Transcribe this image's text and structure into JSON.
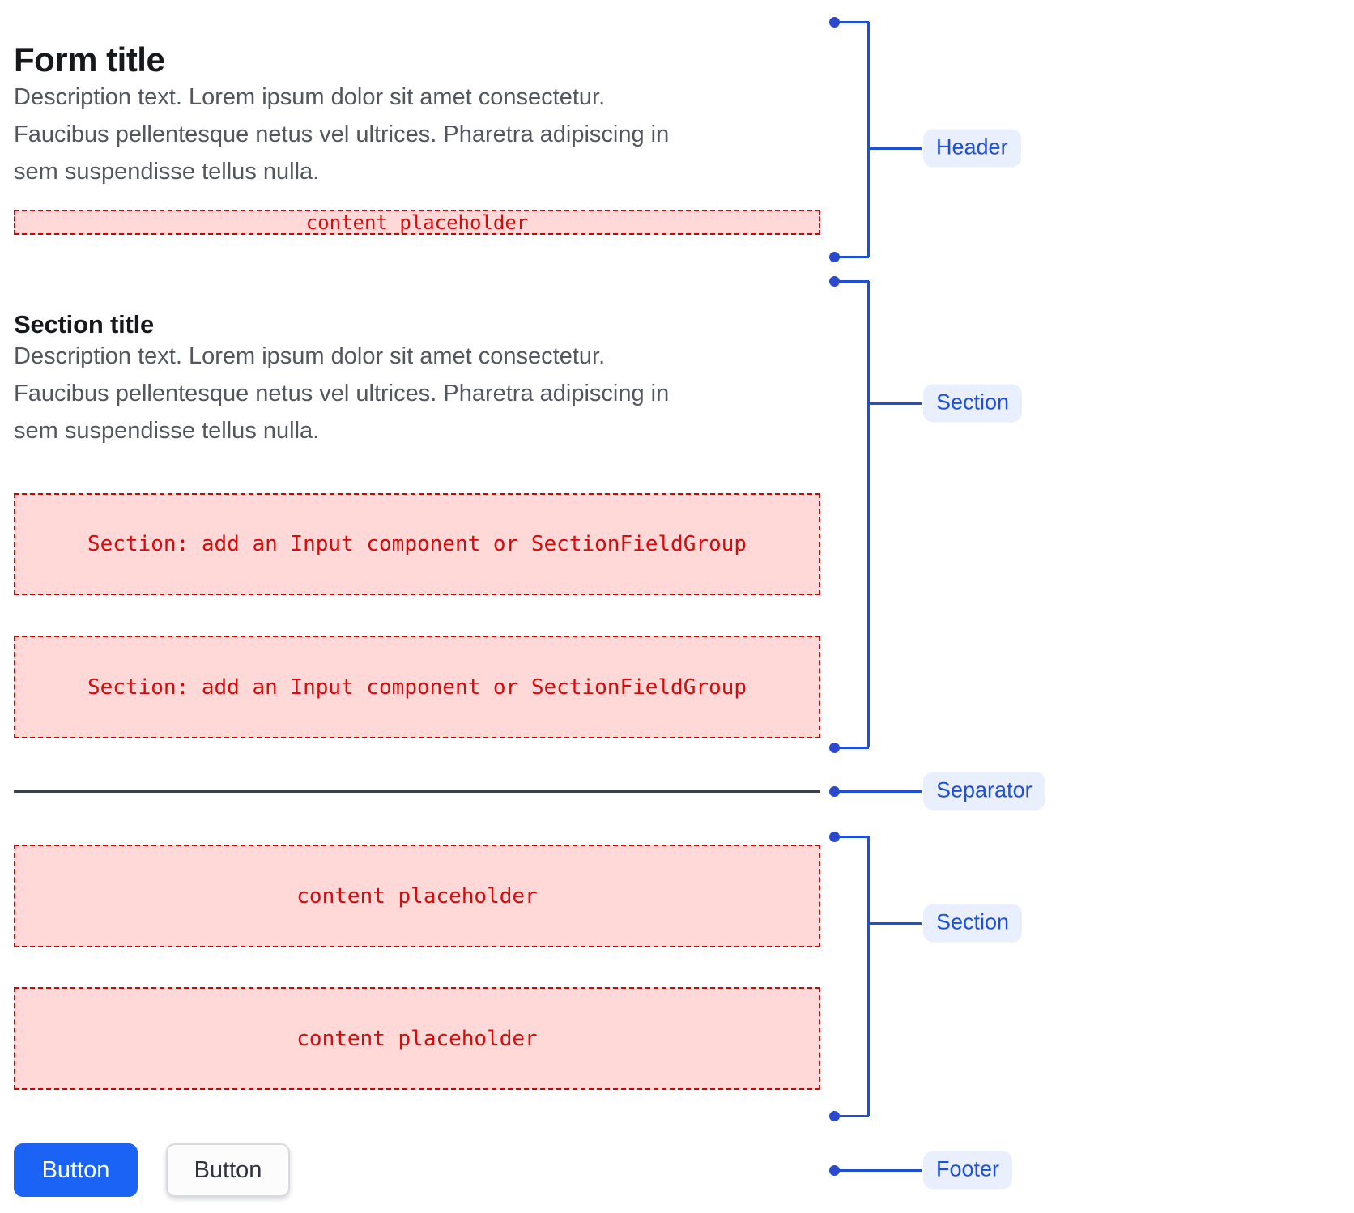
{
  "form": {
    "title": "Form title",
    "description_lines": [
      "Description text. Lorem ipsum dolor sit amet consectetur.",
      "Faucibus pellentesque netus vel ultrices. Pharetra adipiscing in",
      "sem suspendisse tellus nulla."
    ],
    "header_placeholder": "content placeholder",
    "section": {
      "title": "Section title",
      "description_lines": [
        "Description text. Lorem ipsum dolor sit amet consectetur.",
        "Faucibus pellentesque netus vel ultrices. Pharetra adipiscing in",
        "sem suspendisse tellus nulla."
      ],
      "slots": [
        "Section: add an Input component or SectionFieldGroup",
        "Section: add an Input component or SectionFieldGroup"
      ]
    },
    "content_slots": [
      "content placeholder",
      "content placeholder"
    ],
    "footer": {
      "primary_button": "Button",
      "secondary_button": "Button"
    }
  },
  "annotations": [
    {
      "label": "Header"
    },
    {
      "label": "Section"
    },
    {
      "label": "Separator"
    },
    {
      "label": "Section"
    },
    {
      "label": "Footer"
    }
  ],
  "colors": {
    "accent_blue": "#1d4fd8",
    "annotation_pill_bg": "#eaeffd",
    "placeholder_text": "#d60b0b",
    "placeholder_bg": "#ffd8d8",
    "placeholder_border": "#cb0606",
    "primary_button_bg": "#1b63f5",
    "secondary_button_bg": "#fcfcfd",
    "separator": "#3c4047"
  }
}
